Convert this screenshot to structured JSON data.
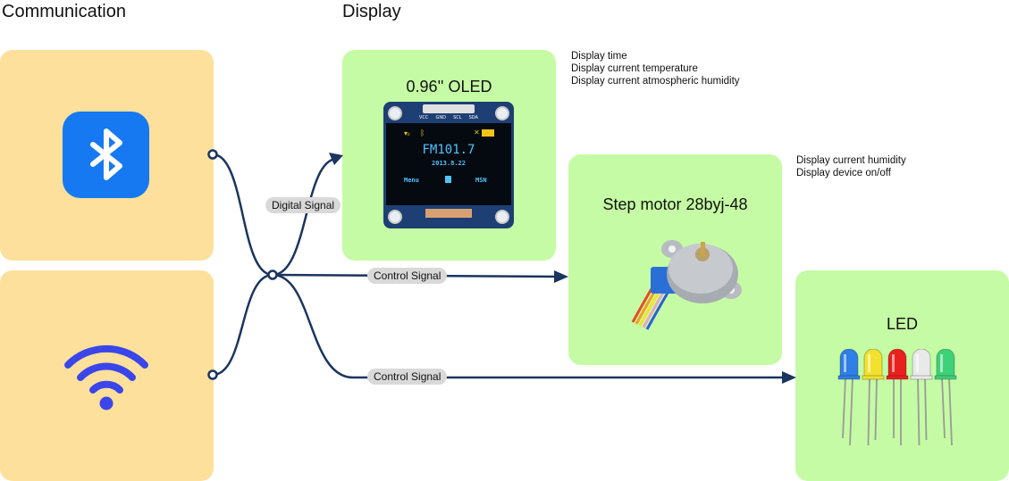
{
  "sections": {
    "communication": "Communication",
    "display": "Display"
  },
  "oled": {
    "title": "0.96'' OLED",
    "pins": [
      "VCC",
      "GND",
      "SCL",
      "SDA"
    ],
    "screen_main": "FM101.7",
    "screen_date": "2013.8.22",
    "screen_left": "Menu",
    "screen_right": "MSN",
    "notes": [
      "Display time",
      "Display current temperature",
      "Display current atmospheric humidity"
    ]
  },
  "motor": {
    "title": "Step motor 28byj-48",
    "notes": [
      "Display current humidity",
      "Display device on/off"
    ]
  },
  "led": {
    "title": "LED",
    "colors": [
      "#2f7fe6",
      "#f2e12e",
      "#e8201e",
      "#e9e9e9",
      "#3fd07a"
    ]
  },
  "signals": {
    "digital": "Digital Signal",
    "control_1": "Control Signal",
    "control_2": "Control Signal"
  },
  "icons": {
    "communication_1": "bluetooth-icon",
    "communication_2": "wifi-icon"
  },
  "colors": {
    "comm_card": "#fde09b",
    "device_card": "#c5fba4",
    "bluetooth": "#1679f1",
    "wifi": "#3b46ea",
    "line": "#1a355e"
  }
}
